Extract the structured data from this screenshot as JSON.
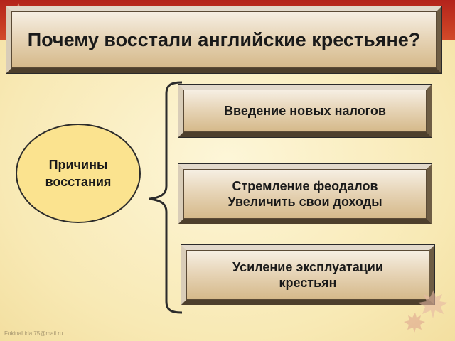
{
  "slide": {
    "title": "Почему восстали английские крестьяне?",
    "center_label": "Причины восстания",
    "reasons": [
      {
        "label": "Введение новых налогов"
      },
      {
        "label": "Стремление феодалов Увеличить свои доходы"
      },
      {
        "label": "Усиление эксплуатации крестьян"
      }
    ],
    "footer": "FokinaLida.75@mail.ru"
  },
  "colors": {
    "top_band": "#b3241c",
    "background": "#fbf0c4",
    "circle_fill": "#fbe38f",
    "box_face": "#e7d5b8"
  },
  "icons": {
    "corner_decoration": "maple-leaf-icon",
    "bottom_decoration": "autumn-leaves-icon"
  }
}
